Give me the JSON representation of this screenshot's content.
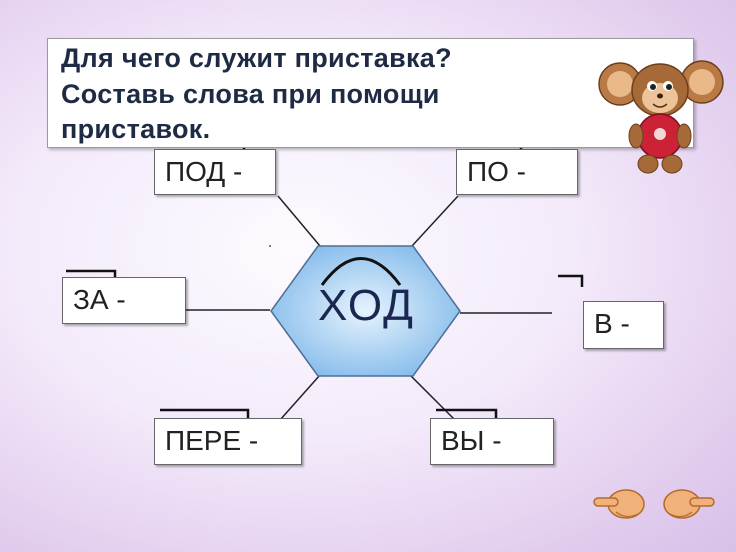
{
  "slide": {
    "title_lines": [
      "Для чего служит приставка?",
      "Составь слова при помощи",
      "приставок."
    ],
    "root_word": "ХОД",
    "prefixes": {
      "pod": "ПОД -",
      "po": "ПО -",
      "za": "ЗА -",
      "v": "В -",
      "pere": "ПЕРЕ -",
      "vy": "ВЫ -"
    }
  },
  "colors": {
    "hexagon_fill": "#aad4f5",
    "title_text": "#1f2a44",
    "mascot_shirt": "#cc2236"
  },
  "icons": [
    "cheburashka-mascot-icon",
    "pointing-hand-left-icon",
    "pointing-hand-right-icon"
  ]
}
